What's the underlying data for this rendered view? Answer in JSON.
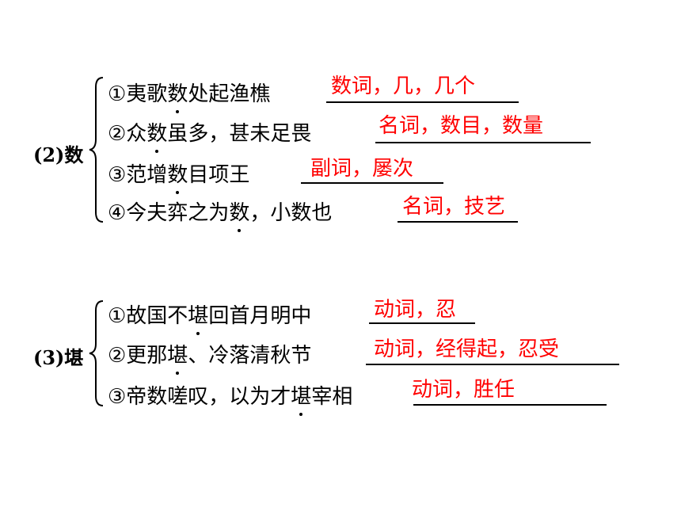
{
  "groups": [
    {
      "label": "(2)数",
      "items": [
        {
          "pre": "①夷歌",
          "key": "数",
          "post": "处起渔樵",
          "answer": "数词，几，几个"
        },
        {
          "pre": "②众",
          "key": "数",
          "post": "虽多，甚未足畏",
          "answer": "名词，数目，数量"
        },
        {
          "pre": "③范增",
          "key": "数",
          "post": "目项王",
          "answer": "副词，屡次"
        },
        {
          "pre": "④今夫弈之为",
          "key": "数",
          "post": "，小数也",
          "answer": "名词，技艺"
        }
      ]
    },
    {
      "label": "(3)堪",
      "items": [
        {
          "pre": "①故国不",
          "key": "堪",
          "post": "回首月明中",
          "answer": "动词，忍"
        },
        {
          "pre": "②更那",
          "key": "堪",
          "post": "、冷落清秋节",
          "answer": "动词，经得起，忍受"
        },
        {
          "pre": "③帝数嗟叹，以为才",
          "key": "堪",
          "post": "宰相",
          "answer": "动词，胜任"
        }
      ]
    }
  ]
}
